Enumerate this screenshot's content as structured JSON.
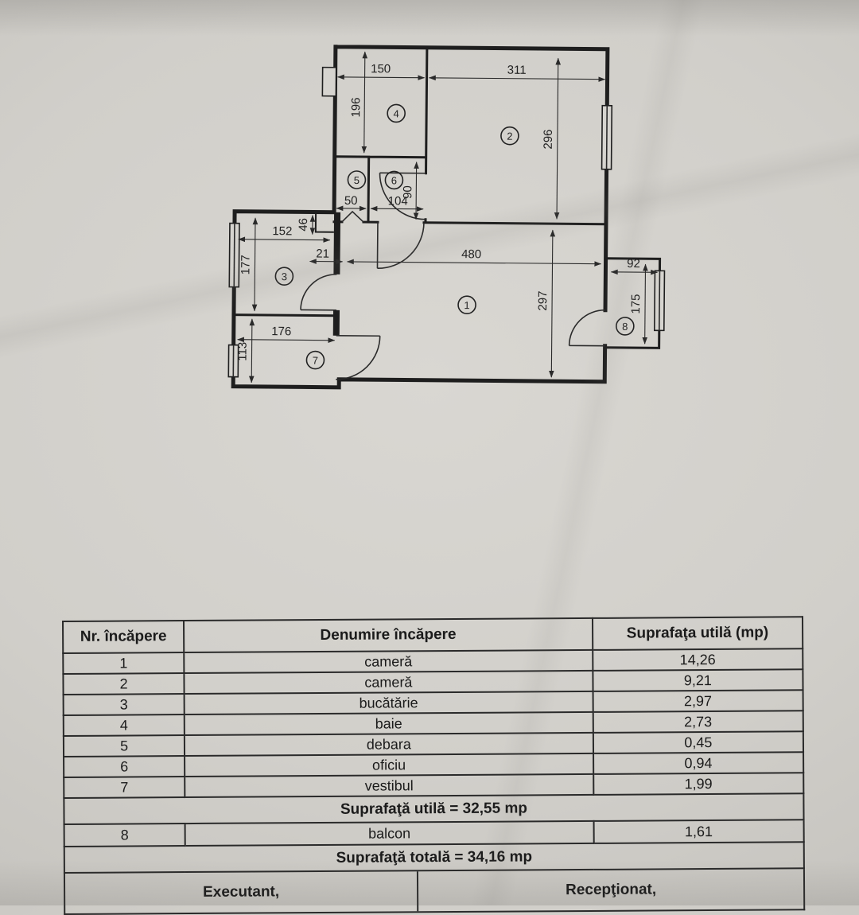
{
  "plan": {
    "dimensions": {
      "d150": "150",
      "d311": "311",
      "d196": "196",
      "d296": "296",
      "d90": "90",
      "d50": "50",
      "d104": "104",
      "d152": "152",
      "d46": "46",
      "d21": "21",
      "d480": "480",
      "d177": "177",
      "d297": "297",
      "d92": "92",
      "d175": "175",
      "d176": "176",
      "d113": "113"
    },
    "room_labels": {
      "r1": "1",
      "r2": "2",
      "r3": "3",
      "r4": "4",
      "r5": "5",
      "r6": "6",
      "r7": "7",
      "r8": "8"
    }
  },
  "table": {
    "headers": [
      "Nr. încăpere",
      "Denumire încăpere",
      "Suprafaţa utilă (mp)"
    ],
    "rows": [
      {
        "nr": "1",
        "name": "cameră",
        "area": "14,26"
      },
      {
        "nr": "2",
        "name": "cameră",
        "area": "9,21"
      },
      {
        "nr": "3",
        "name": "bucătărie",
        "area": "2,97"
      },
      {
        "nr": "4",
        "name": "baie",
        "area": "2,73"
      },
      {
        "nr": "5",
        "name": "debara",
        "area": "0,45"
      },
      {
        "nr": "6",
        "name": "oficiu",
        "area": "0,94"
      },
      {
        "nr": "7",
        "name": "vestibul",
        "area": "1,99"
      }
    ],
    "subtotal": "Suprafaţă utilă = 32,55 mp",
    "balcony_row": {
      "nr": "8",
      "name": "balcon",
      "area": "1,61"
    },
    "total": "Suprafaţă totală = 34,16 mp",
    "signatures": {
      "left": "Executant,",
      "right": "Recepţionat,"
    }
  }
}
